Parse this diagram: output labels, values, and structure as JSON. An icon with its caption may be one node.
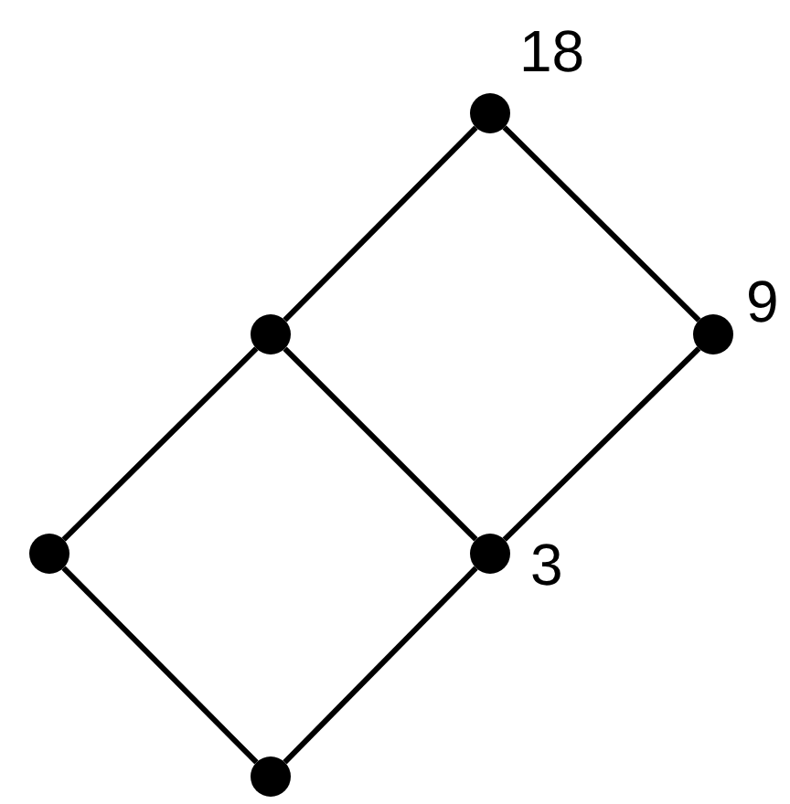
{
  "diagram": {
    "nodes": [
      {
        "text": [],
        "shape": "circle",
        "beside": [
          "18"
        ]
      },
      {
        "text": [],
        "shape": "circle"
      },
      {
        "text": [],
        "shape": "circle",
        "beside": [
          "9"
        ]
      },
      {
        "text": [],
        "shape": "circle"
      },
      {
        "text": [],
        "shape": "circle",
        "beside": [
          "3"
        ]
      },
      {
        "text": [],
        "shape": "circle"
      }
    ],
    "edges": [
      {
        "from": 0,
        "to": 1,
        "arrow": "none"
      },
      {
        "from": 0,
        "to": 2,
        "arrow": "none"
      },
      {
        "from": 1,
        "to": 3,
        "arrow": "none"
      },
      {
        "from": 1,
        "to": 4,
        "arrow": "none"
      },
      {
        "from": 2,
        "to": 4,
        "arrow": "none"
      },
      {
        "from": 3,
        "to": 5,
        "arrow": "none"
      },
      {
        "from": 4,
        "to": 5,
        "arrow": "none"
      }
    ]
  }
}
